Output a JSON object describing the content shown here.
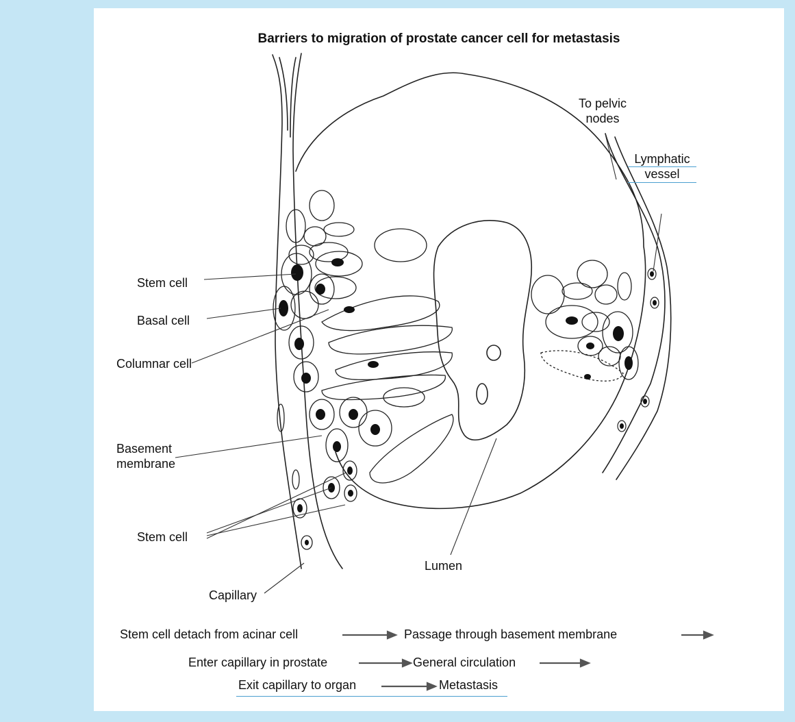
{
  "title": "Barriers to migration of prostate cancer cell for metastasis",
  "labels": {
    "to_pelvic_nodes": [
      "To pelvic",
      "nodes"
    ],
    "lymphatic_vessel": [
      "Lymphatic",
      "vessel"
    ],
    "stem_cell_top": "Stem cell",
    "basal_cell": "Basal cell",
    "columnar_cell": "Columnar cell",
    "basement_membrane": [
      "Basement",
      "membrane"
    ],
    "stem_cell_bottom": "Stem cell",
    "lumen": "Lumen",
    "capillary": "Capillary"
  },
  "flow": {
    "row1": [
      "Stem cell detach from acinar cell",
      "Passage through basement membrane"
    ],
    "row2": [
      "Enter capillary in prostate",
      "General circulation"
    ],
    "row3": [
      "Exit capillary to organ",
      "Metastasis"
    ]
  },
  "colors": {
    "background": "#c5e6f5",
    "panel": "#ffffff",
    "underline": "#4a9fd0",
    "arrow": "#555555"
  }
}
